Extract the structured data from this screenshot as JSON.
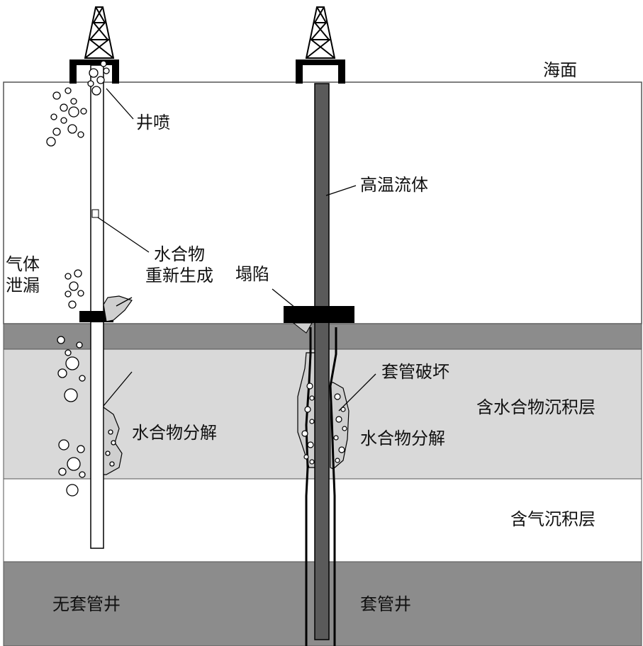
{
  "labels": {
    "sea_surface": "海面",
    "blowout": "井喷",
    "high_temp_fluid": "高温流体",
    "hydrate_reformation": "水合物\n重新生成",
    "gas_leakage": "气体\n泄漏",
    "collapse": "塌陷",
    "casing_failure": "套管破坏",
    "hydrate_bearing_layer": "含水合物沉积层",
    "hydrate_decomposition_left": "水合物分解",
    "hydrate_decomposition_right": "水合物分解",
    "gas_bearing_layer": "含气沉积层",
    "uncased_well": "无套管井",
    "cased_well": "套管井"
  },
  "colors": {
    "seawater": "#ffffff",
    "caprock_layer": "#8c8c8c",
    "hydrate_layer": "#d9d9d9",
    "gas_layer": "#ffffff",
    "bottom_layer": "#8c8c8c",
    "uncased_pipe": "#ffffff",
    "cased_pipe": "#5a5a5a",
    "outline": "#000000",
    "hydrate_zone": "#cfcfcf"
  }
}
